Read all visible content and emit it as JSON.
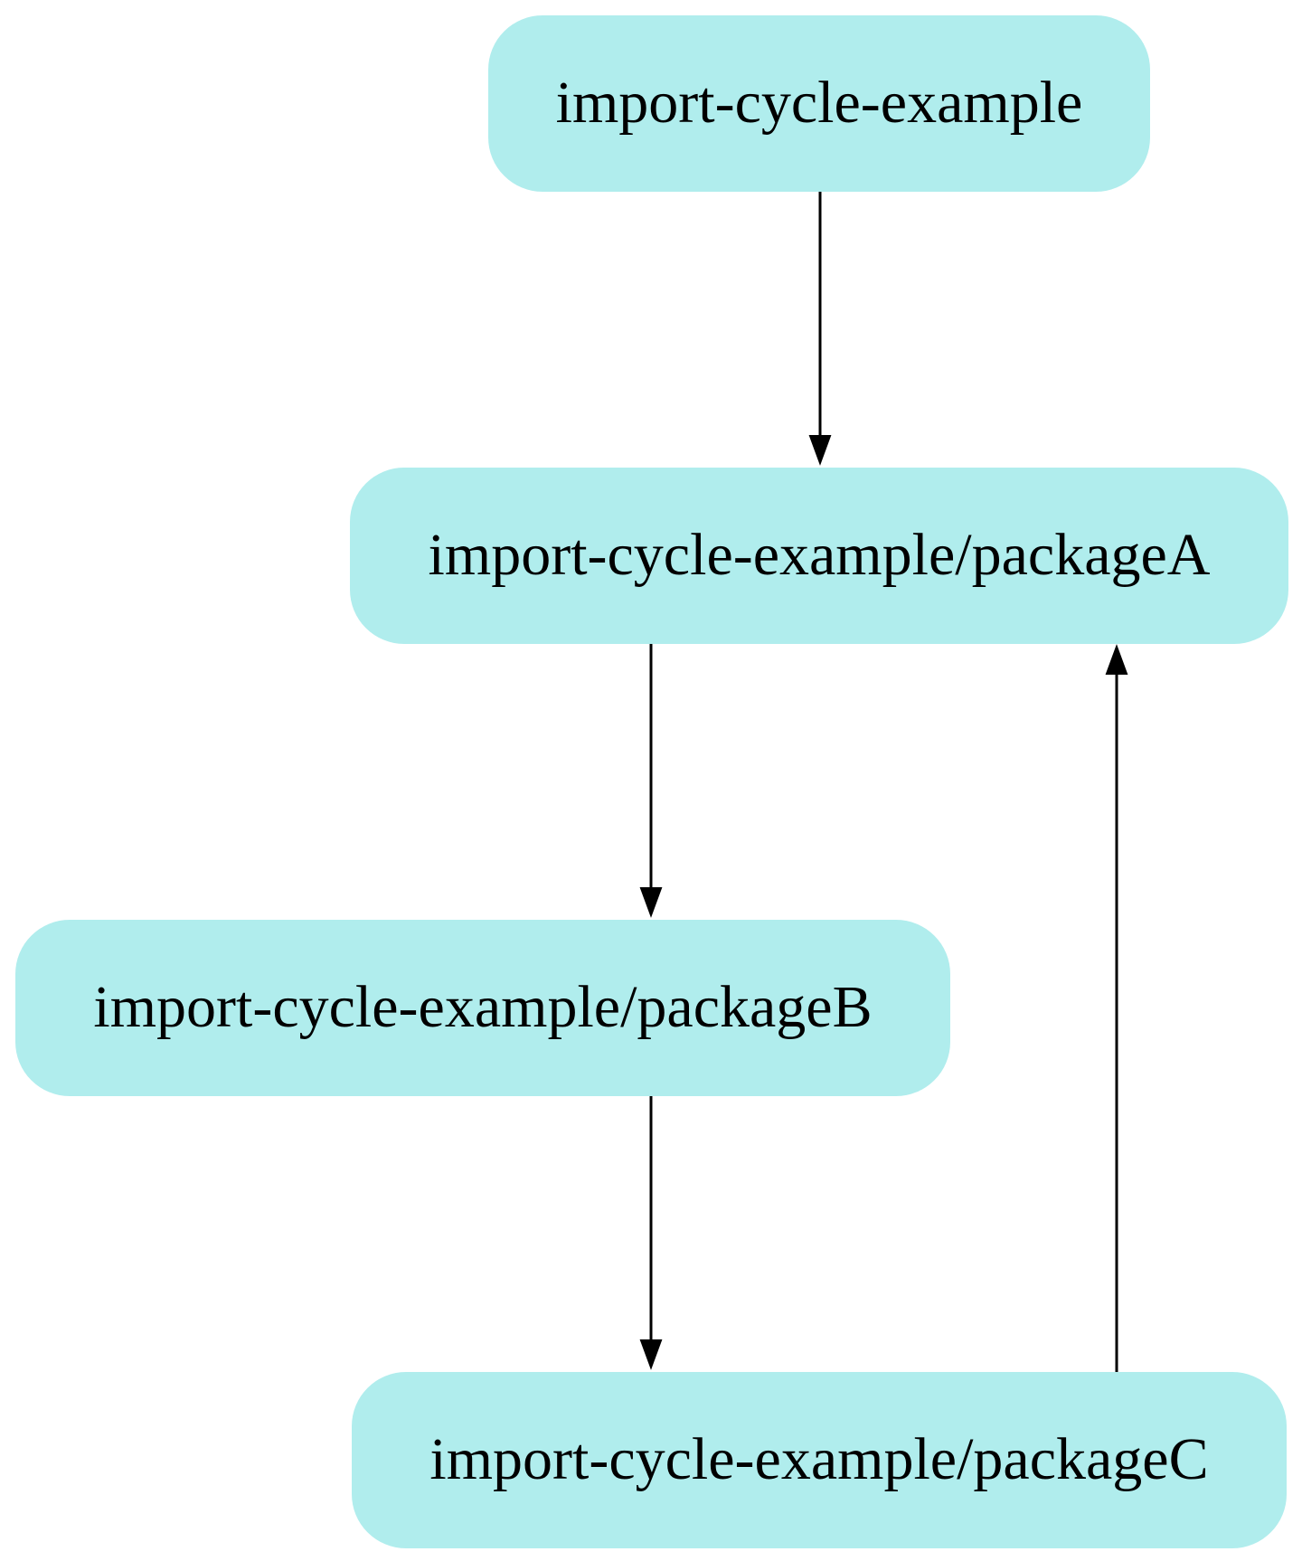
{
  "diagram": {
    "type": "directed-graph",
    "colors": {
      "node_fill": "#b0eded",
      "edge": "#000000",
      "text": "#000000",
      "background": "#ffffff"
    },
    "nodes": [
      {
        "id": "root",
        "label": "import-cycle-example"
      },
      {
        "id": "a",
        "label": "import-cycle-example/packageA"
      },
      {
        "id": "b",
        "label": "import-cycle-example/packageB"
      },
      {
        "id": "c",
        "label": "import-cycle-example/packageC"
      }
    ],
    "edges": [
      {
        "from": "root",
        "to": "a"
      },
      {
        "from": "a",
        "to": "b"
      },
      {
        "from": "b",
        "to": "c"
      },
      {
        "from": "c",
        "to": "a"
      }
    ]
  }
}
